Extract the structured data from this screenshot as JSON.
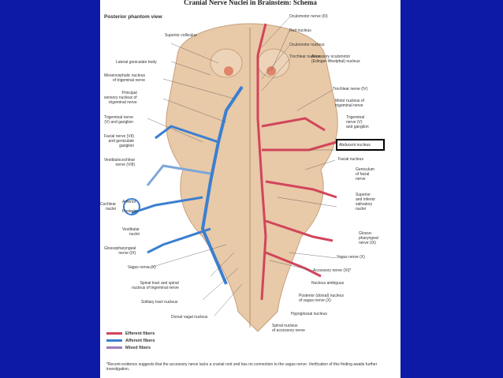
{
  "title": "Cranial Nerve Nuclei in Brainstem: Schema",
  "view": "Posterior phantom view",
  "labels_right": [
    {
      "key": "oculomotor_nerve",
      "text": "Oculomotor nerve (III)"
    },
    {
      "key": "red_nucleus",
      "text": "Red nucleus"
    },
    {
      "key": "oculomotor_nucleus",
      "text": "Oculomotor nucleus"
    },
    {
      "key": "accessory_oculomotor",
      "text": "Accessory oculomotor\n(Edinger-Westphal) nucleus"
    },
    {
      "key": "trochlear_nerve",
      "text": "Trochlear nerve (IV)"
    },
    {
      "key": "trochlear_nucleus",
      "text": "Trochlear nucleus"
    },
    {
      "key": "motor_trigeminal",
      "text": "Motor nucleus of\ntrigeminal nerve"
    },
    {
      "key": "trigeminal_right",
      "text": "Trigeminal\nnerve (V)\nand ganglion"
    },
    {
      "key": "abducent",
      "text": "Abducent nucleus"
    },
    {
      "key": "facial_nucleus",
      "text": "Facial nucleus"
    },
    {
      "key": "geniculum",
      "text": "Geniculum\nof facial\nnerve"
    },
    {
      "key": "salivatory",
      "text": "Superior\nand inferior\nsalivatory\nnuclei"
    },
    {
      "key": "glosso_right",
      "text": "Glosso-\npharyngeal\nnerve (IX)"
    },
    {
      "key": "vagus_right",
      "text": "Vagus nerve (X)"
    },
    {
      "key": "accessory_nerve",
      "text": "Accessory nerve (XI)*"
    },
    {
      "key": "nucleus_ambiguus",
      "text": "Nucleus ambiguus"
    },
    {
      "key": "dorsal_vagal_right",
      "text": "Posterior (dorsal) nucleus\nof vagus nerve (X)"
    },
    {
      "key": "hypoglossal",
      "text": "Hypoglossal nucleus"
    },
    {
      "key": "spinal_accessory",
      "text": "Spinal nucleus\nof accessory nerve"
    }
  ],
  "labels_left": [
    {
      "key": "superior_colliculus",
      "text": "Superior colliculus"
    },
    {
      "key": "lateral_geniculate",
      "text": "Lateral geniculate body"
    },
    {
      "key": "mesencephalic",
      "text": "Mesencephalic nucleus\nof trigeminal nerve"
    },
    {
      "key": "principal_sensory",
      "text": "Principal\nsensory nucleus of\ntrigeminal nerve"
    },
    {
      "key": "trigeminal_left",
      "text": "Trigeminal nerve\n(V) and ganglion"
    },
    {
      "key": "facial_nerve",
      "text": "Facial nerve (VII)\nand geniculate\nganglion"
    },
    {
      "key": "vestibulocochlear",
      "text": "Vestibulocochlear\nnerve (VIII)"
    },
    {
      "key": "anterior",
      "text": "Anterior"
    },
    {
      "key": "cochlear_nuclei",
      "text": "Cochlear\nnuclei"
    },
    {
      "key": "posterior",
      "text": "Posterior"
    },
    {
      "key": "vestibular_nuclei",
      "text": "Vestibular\nnuclei"
    },
    {
      "key": "glosso_left",
      "text": "Glossopharyngeal\nnerve (IX)"
    },
    {
      "key": "vagus_left",
      "text": "Vagus nerve (X)"
    },
    {
      "key": "spinal_tract",
      "text": "Spinal tract and spinal\nnucleus of trigeminal nerve"
    },
    {
      "key": "solitary",
      "text": "Solitary tract nucleus"
    },
    {
      "key": "dorsal_vagal_left",
      "text": "Dorsal vagal nucleus"
    }
  ],
  "legend": [
    {
      "label": "Efferent fibers",
      "color": "#d2455a"
    },
    {
      "label": "Afferent fibers",
      "color": "#3b7fd0"
    },
    {
      "label": "Mixed fibers",
      "color": "#9a7fbf"
    }
  ],
  "footnote": "*Recent evidence suggests that the accessory nerve lacks a cranial root and has no connection to the vagus nerve. Verification of this finding awaits further investigation.",
  "colors": {
    "background": "#0d1aa6",
    "efferent": "#d2455a",
    "afferent": "#3b7fd0",
    "brainstem": "#e8c9a8"
  }
}
